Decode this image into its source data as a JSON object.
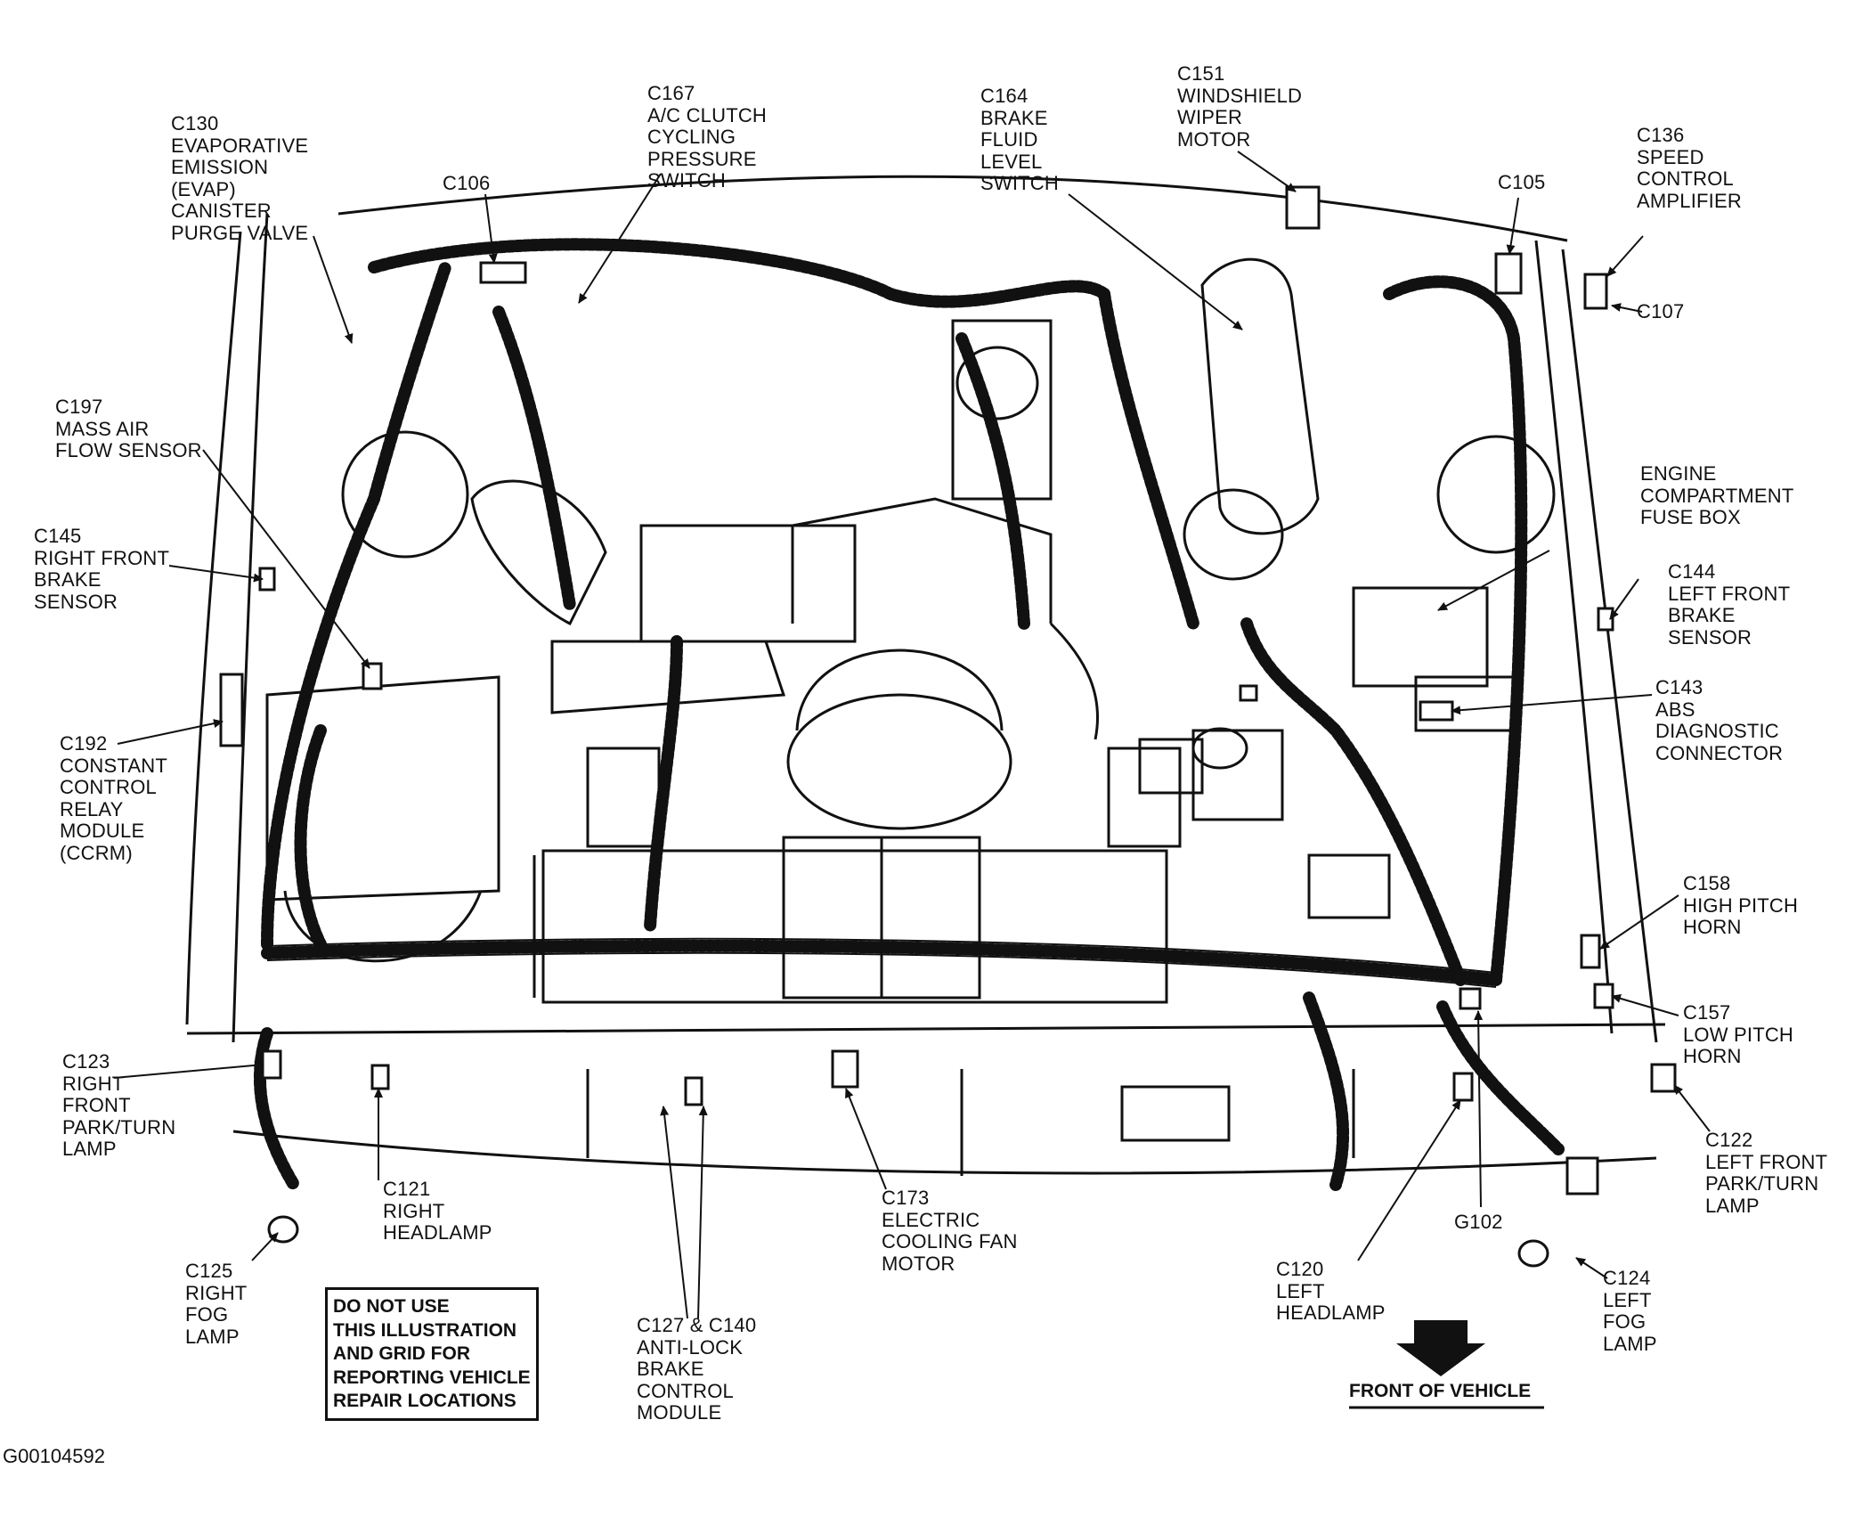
{
  "labels": {
    "c130": "C130\nEVAPORATIVE\nEMISSION\n(EVAP)\nCANISTER\nPURGE VALVE",
    "c106": "C106",
    "c167": "C167\nA/C CLUTCH\nCYCLING\nPRESSURE\nSWITCH",
    "c164": "C164\nBRAKE\nFLUID\nLEVEL\nSWITCH",
    "c151": "C151\nWINDSHIELD\nWIPER\nMOTOR",
    "c105": "C105",
    "c136": "C136\nSPEED\nCONTROL\nAMPLIFIER",
    "c107": "C107",
    "c197": "C197\nMASS AIR\nFLOW SENSOR",
    "fusebox": "ENGINE\nCOMPARTMENT\nFUSE BOX",
    "c145": "C145\nRIGHT FRONT\nBRAKE\nSENSOR",
    "c144": "C144\nLEFT FRONT\nBRAKE\nSENSOR",
    "c143": "C143\nABS\nDIAGNOSTIC\nCONNECTOR",
    "c192": "C192\nCONSTANT\nCONTROL\nRELAY\nMODULE\n(CCRM)",
    "c158": "C158\nHIGH PITCH\nHORN",
    "c157": "C157\nLOW PITCH\nHORN",
    "c123": "C123\nRIGHT\nFRONT\nPARK/TURN\nLAMP",
    "c122": "C122\nLEFT FRONT\nPARK/TURN\nLAMP",
    "c121": "C121\nRIGHT\nHEADLAMP",
    "c173": "C173\nELECTRIC\nCOOLING FAN\nMOTOR",
    "c120": "C120\nLEFT\nHEADLAMP",
    "g102": "G102",
    "c124": "C124\nLEFT\nFOG\nLAMP",
    "c125": "C125\nRIGHT\nFOG\nLAMP",
    "c127": "C127 & C140\nANTI-LOCK\nBRAKE\nCONTROL\nMODULE"
  },
  "notice": "DO NOT USE\nTHIS ILLUSTRATION\nAND GRID FOR\nREPORTING VEHICLE\nREPAIR LOCATIONS",
  "front_of_vehicle": "FRONT OF VEHICLE",
  "figure_id": "G00104592"
}
